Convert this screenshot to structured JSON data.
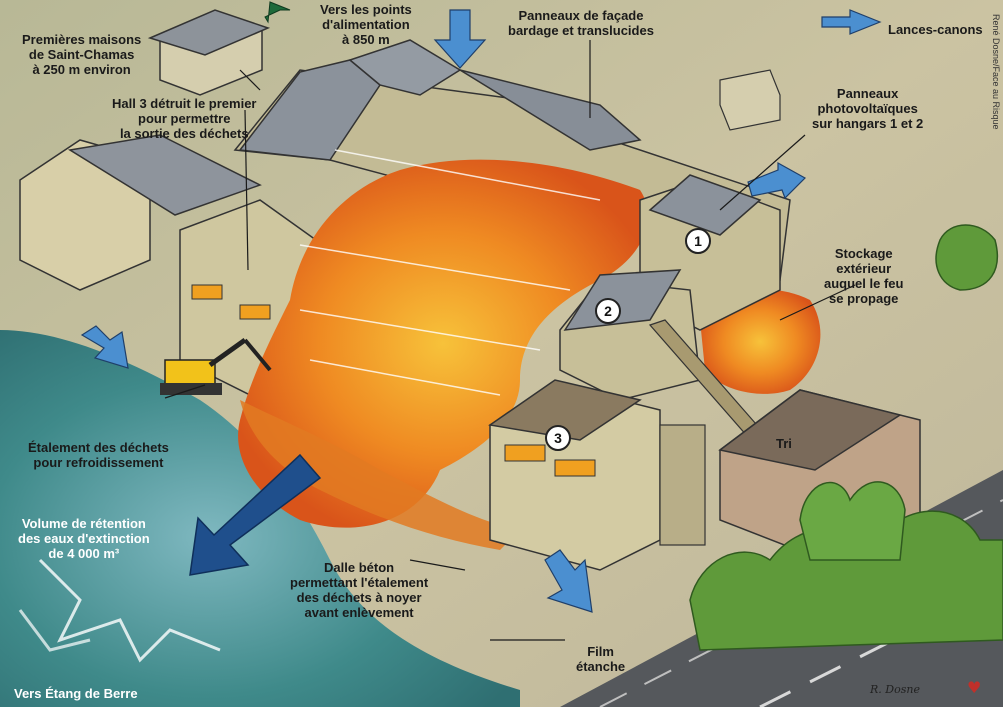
{
  "labels": {
    "first_houses": "Premières maisons\nde Saint-Chamas\nà 250 m environ",
    "water_points": "Vers les points\nd'alimentation\nà 850 m",
    "facade_panels": "Panneaux de façade\nbardage et translucides",
    "cannons": "Lances-canons",
    "hall3": "Hall 3 détruit le premier\npour permettre\nla sortie des déchets",
    "solar_panels": "Panneaux\nphotovoltaïques\nsur hangars 1 et 2",
    "outdoor_storage": "Stockage\nextérieur\nauquel le feu\nse propage",
    "spreading": "Étalement des déchets\npour refroidissement",
    "retention": "Volume de rétention\ndes eaux d'extinction\nde 4 000 m³",
    "concrete_slab": "Dalle béton\npermettant l'étalement\ndes déchets à noyer\navant enlèvement",
    "sorting": "Tri",
    "film": "Film\nétanche",
    "to_lake": "Vers Étang de Berre"
  },
  "hangar_numbers": [
    "1",
    "2",
    "3"
  ],
  "credit": "René Dosne/Face au Risque",
  "signature": "R. Dosne",
  "colors": {
    "ground": "#c9c0a0",
    "water": "#3f8a8a",
    "fire_core": "#f5b020",
    "fire_outer": "#e0561a",
    "arrow_light": "#4b8fd0",
    "arrow_dark": "#1f4f8c",
    "roof": "#7f8a98",
    "wall": "#c9c29a",
    "tree": "#5f9a3a"
  }
}
